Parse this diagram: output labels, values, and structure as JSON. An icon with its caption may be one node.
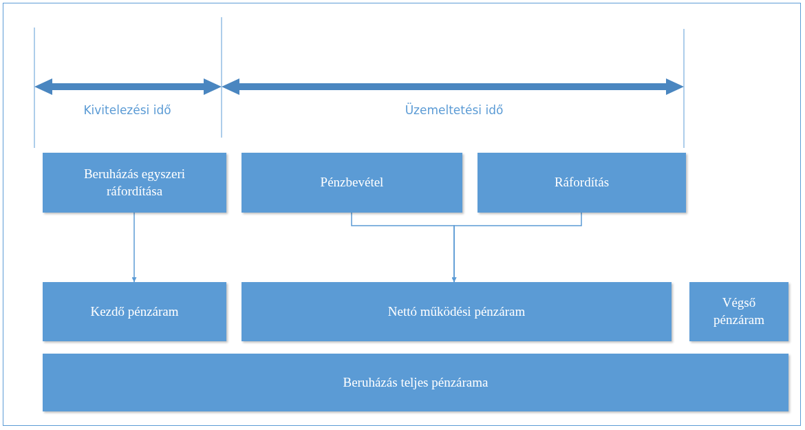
{
  "diagram": {
    "nodes": [
      {
        "text": [
          "Beruházás egyszeri ráfordítása"
        ]
      },
      {
        "text": [
          "Pénzbevétel"
        ]
      },
      {
        "text": [
          "Ráfordítás"
        ]
      },
      {
        "text": [
          "Kezdő pénzáram"
        ]
      },
      {
        "text": [
          "Nettó működési pénzáram"
        ]
      },
      {
        "text": [
          "Végső pénzáram"
        ]
      },
      {
        "text": [
          "Beruházás teljes pénzárama"
        ]
      }
    ],
    "edges": [
      {
        "from": 0,
        "to": 3,
        "arrow": "to"
      },
      {
        "from": 1,
        "to": 4,
        "arrow": "to"
      },
      {
        "from": 2,
        "to": 4,
        "arrow": "to"
      }
    ],
    "labels": [
      "Kivitelezési idő",
      "Üzemeltetési idő"
    ]
  }
}
